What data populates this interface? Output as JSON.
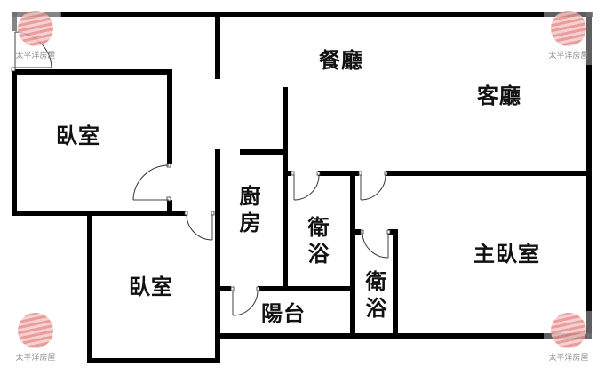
{
  "floorplan": {
    "rooms": {
      "bedroom_upper_left": "臥室",
      "dining_room": "餐廳",
      "living_room": "客廳",
      "kitchen": "廚房",
      "bathroom_center": "衛浴",
      "bathroom_master": "衛浴",
      "master_bedroom": "主臥室",
      "bedroom_lower": "臥室",
      "balcony": "陽台"
    },
    "colors": {
      "wall": "#000000",
      "background": "#ffffff",
      "watermark_logo": "#e58d8d",
      "watermark_text": "#8a8a8a"
    }
  },
  "watermarks": {
    "top_left": "太平洋房屋",
    "top_right": "太平洋房屋",
    "bottom_left": "太平洋房屋",
    "bottom_right": "太平洋房屋"
  }
}
